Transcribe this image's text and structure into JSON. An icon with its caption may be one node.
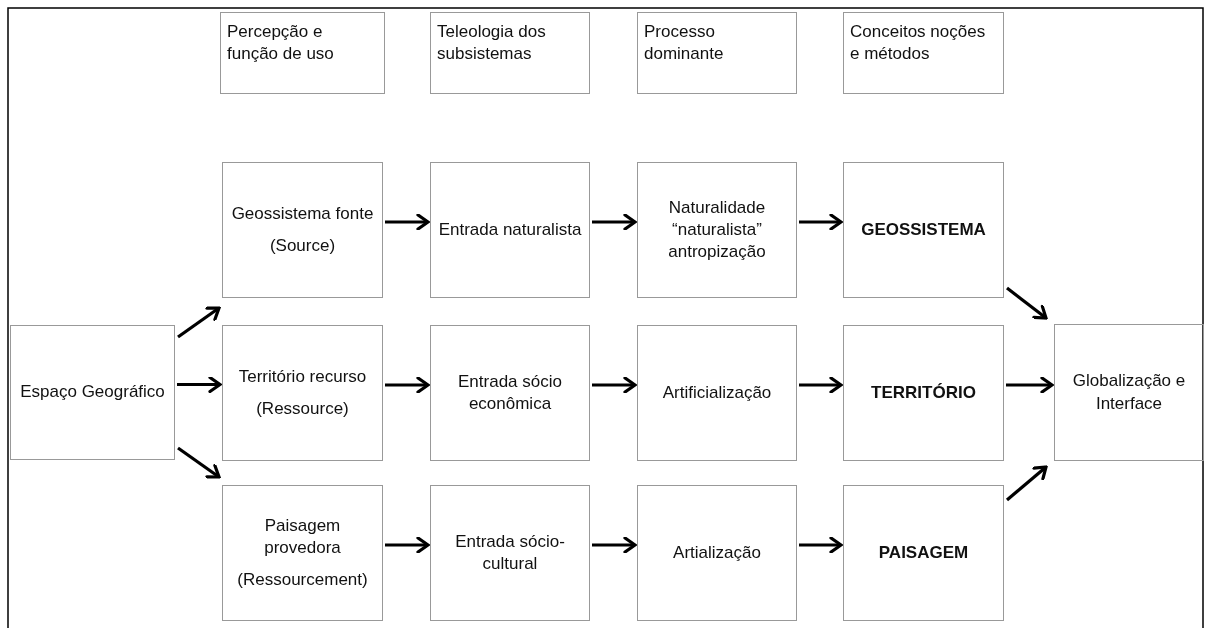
{
  "diagram": {
    "nodes": [
      {
        "text": [
          "Percepção e função de uso"
        ]
      },
      {
        "text": [
          "Teleologia dos subsistemas"
        ]
      },
      {
        "text": [
          "Processo dominante"
        ]
      },
      {
        "text": [
          "Conceitos noções e métodos"
        ]
      },
      {
        "text": [
          "Espaço Geográfico"
        ]
      },
      {
        "text": [
          "Geossistema fonte",
          "(Source)"
        ]
      },
      {
        "text": [
          "Entrada naturalista"
        ]
      },
      {
        "text": [
          "Naturalidade “naturalista” antropização"
        ]
      },
      {
        "text": [
          "GEOSSISTEMA"
        ]
      },
      {
        "text": [
          "Território recurso",
          "(Ressource)"
        ]
      },
      {
        "text": [
          "Entrada sócio econômica"
        ]
      },
      {
        "text": [
          "Artificialização"
        ]
      },
      {
        "text": [
          "TERRITÓRIO"
        ]
      },
      {
        "text": [
          "Paisagem provedora",
          "(Ressourcement)"
        ]
      },
      {
        "text": [
          "Entrada sócio-cultural"
        ]
      },
      {
        "text": [
          "Artialização"
        ]
      },
      {
        "text": [
          "PAISAGEM"
        ]
      },
      {
        "text": [
          "Globalização e Interface"
        ]
      }
    ],
    "edges": [
      {
        "from": 4,
        "to": 5,
        "arrow": "to"
      },
      {
        "from": 4,
        "to": 9,
        "arrow": "to"
      },
      {
        "from": 4,
        "to": 13,
        "arrow": "to"
      },
      {
        "from": 5,
        "to": 6,
        "arrow": "to"
      },
      {
        "from": 6,
        "to": 7,
        "arrow": "to"
      },
      {
        "from": 7,
        "to": 8,
        "arrow": "to"
      },
      {
        "from": 9,
        "to": 10,
        "arrow": "to"
      },
      {
        "from": 10,
        "to": 11,
        "arrow": "to"
      },
      {
        "from": 11,
        "to": 12,
        "arrow": "to"
      },
      {
        "from": 13,
        "to": 14,
        "arrow": "to"
      },
      {
        "from": 14,
        "to": 15,
        "arrow": "to"
      },
      {
        "from": 15,
        "to": 16,
        "arrow": "to"
      },
      {
        "from": 8,
        "to": 17,
        "arrow": "to"
      },
      {
        "from": 12,
        "to": 17,
        "arrow": "to"
      },
      {
        "from": 16,
        "to": 17,
        "arrow": "to"
      }
    ]
  }
}
